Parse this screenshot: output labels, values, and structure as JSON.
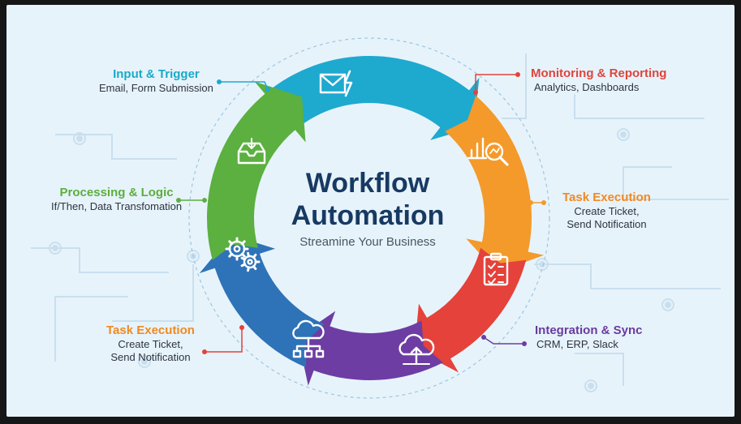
{
  "title": {
    "line1": "Workflow",
    "line2": "Automation",
    "subtitle": "Streamine Your Business"
  },
  "steps": [
    {
      "title": "Input & Trigger",
      "detail": "Email, Form Submission",
      "color": "#19aac8",
      "icon": "envelope-lightning-icon"
    },
    {
      "title": "Monitoring & Reporting",
      "detail": "Analytics, Dashboards",
      "color": "#e0443c",
      "icon": "analytics-magnifier-icon"
    },
    {
      "title": "Task Execution",
      "detail": "Create Ticket,",
      "detail2": "Send Notification",
      "color": "#f08a24",
      "icon": "clipboard-checklist-icon"
    },
    {
      "title": "Integration & Sync",
      "detail": "CRM, ERP, Slack",
      "color": "#6a3aa0",
      "icon": "cloud-upload-icon"
    },
    {
      "title": "Task Execution",
      "detail": "Create Ticket,",
      "detail2": "Send Notification",
      "color": "#ef8a22",
      "icon": "cloud-network-icon"
    },
    {
      "title": "Processing & Logic",
      "detail": "If/Then, Data Transfomation",
      "color": "#5cae3e",
      "icon": "gears-icon"
    }
  ],
  "extra_icon": "inbox-tray-icon",
  "colors": {
    "background": "#e7f3fb",
    "cyan": "#1ea9cf",
    "orange": "#f39a2a",
    "red": "#e4423a",
    "purple": "#6d3da3",
    "blue": "#2e73b8",
    "green": "#5bb040"
  }
}
